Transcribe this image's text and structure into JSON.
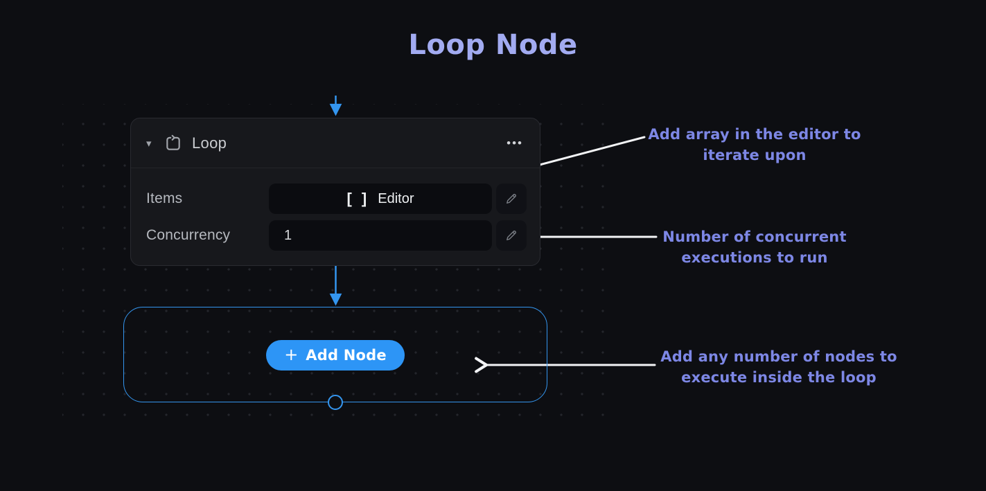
{
  "title": "Loop Node",
  "icons": {
    "chevron_down": "▾",
    "more_menu": "•••",
    "plus": "+",
    "array_brackets": "[ ]"
  },
  "node": {
    "title": "Loop",
    "rows": [
      {
        "label": "Items",
        "value": "Editor"
      },
      {
        "label": "Concurrency",
        "value": "1"
      }
    ]
  },
  "loop_area": {
    "add_node_label": "Add Node"
  },
  "annotations": [
    {
      "line1": "Add array in the editor to",
      "line2": "iterate upon"
    },
    {
      "line1": "Number of concurrent",
      "line2": "executions to run"
    },
    {
      "line1": "Add any number of nodes to",
      "line2": "execute inside the loop"
    }
  ],
  "colors": {
    "background": "#0d0e12",
    "accent_blue": "#3496f0",
    "button_blue": "#2d95f6",
    "title_purple": "#a2abf1",
    "annotation_purple": "#7d87e5",
    "white_arrow": "#f3f4f6"
  }
}
